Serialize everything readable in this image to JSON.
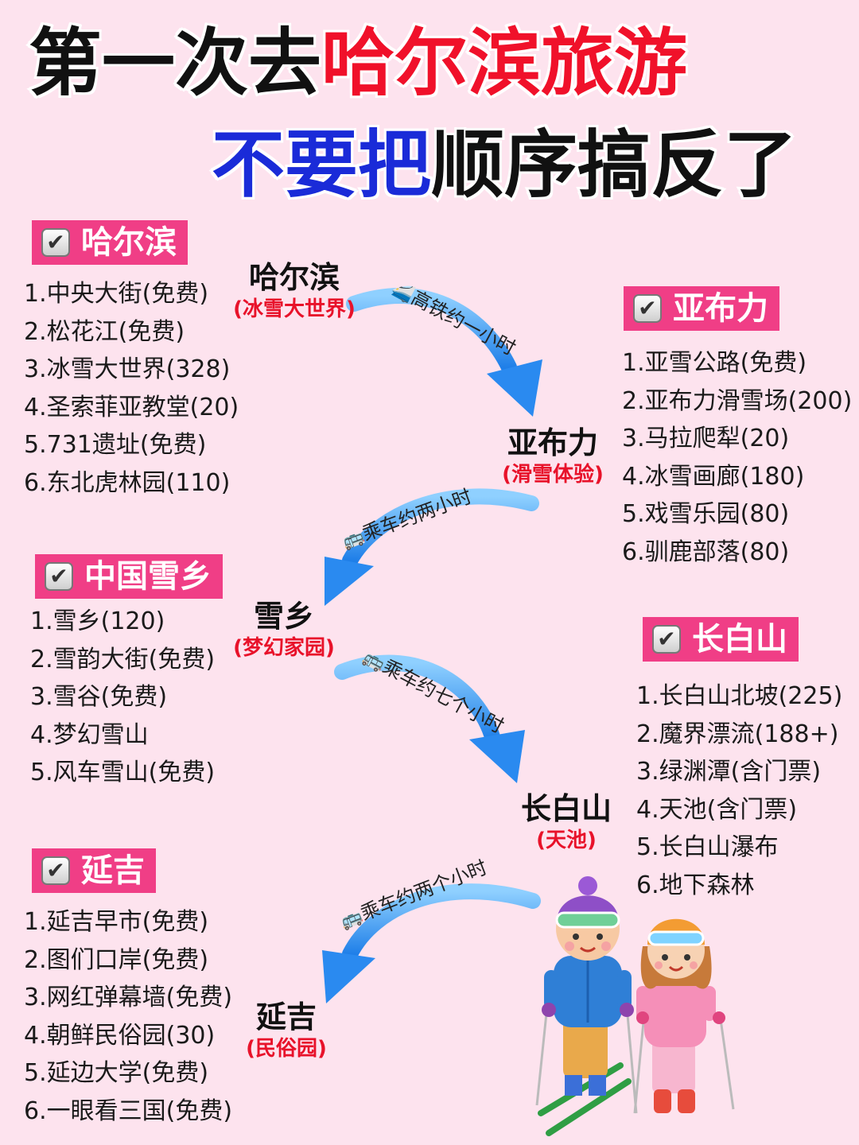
{
  "title": {
    "line1_part1": "第一次去",
    "line1_part2": "哈尔滨旅游",
    "line2_part1": "不要把",
    "line2_part2": "顺序搞反了"
  },
  "sections": {
    "harbin": {
      "tag": "哈尔滨",
      "items": [
        "1.中央大街(免费)",
        "2.松花江(免费)",
        "3.冰雪大世界(328)",
        "4.圣索菲亚教堂(20)",
        "5.731遗址(免费)",
        "6.东北虎林园(110)"
      ]
    },
    "yabuli": {
      "tag": "亚布力",
      "items": [
        "1.亚雪公路(免费)",
        "2.亚布力滑雪场(200)",
        "3.马拉爬犁(20)",
        "4.冰雪画廊(180)",
        "5.戏雪乐园(80)",
        "6.驯鹿部落(80)"
      ]
    },
    "xuexiang": {
      "tag": "中国雪乡",
      "items": [
        "1.雪乡(120)",
        "2.雪韵大街(免费)",
        "3.雪谷(免费)",
        "4.梦幻雪山",
        "5.风车雪山(免费)"
      ]
    },
    "changbaishan": {
      "tag": "长白山",
      "items": [
        "1.长白山北坡(225)",
        "2.魔界漂流(188+)",
        "3.绿渊潭(含门票)",
        "4.天池(含门票)",
        "5.长白山瀑布",
        "6.地下森林"
      ]
    },
    "yanji": {
      "tag": "延吉",
      "items": [
        "1.延吉早市(免费)",
        "2.图们口岸(免费)",
        "3.网红弹幕墙(免费)",
        "4.朝鲜民俗园(30)",
        "5.延边大学(免费)",
        "6.一眼看三国(免费)"
      ]
    }
  },
  "route": {
    "stops": [
      {
        "name": "哈尔滨",
        "sub": "(冰雪大世界)"
      },
      {
        "name": "亚布力",
        "sub": "(滑雪体验)"
      },
      {
        "name": "雪乡",
        "sub": "(梦幻家园)"
      },
      {
        "name": "长白山",
        "sub": "(天池)"
      },
      {
        "name": "延吉",
        "sub": "(民俗园)"
      }
    ],
    "legs": [
      {
        "icon": "🚄",
        "text": "高铁约一小时"
      },
      {
        "icon": "🚌",
        "text": "乘车约两小时"
      },
      {
        "icon": "🚌",
        "text": "乘车约七个小时"
      },
      {
        "icon": "🚌",
        "text": "乘车约两个小时"
      }
    ]
  },
  "colors": {
    "background": "#fde3ee",
    "tag_pink": "#f03e86",
    "title_red": "#f0112a",
    "title_blue": "#1a2bd8",
    "arrow_blue": "#2f8ff0"
  }
}
